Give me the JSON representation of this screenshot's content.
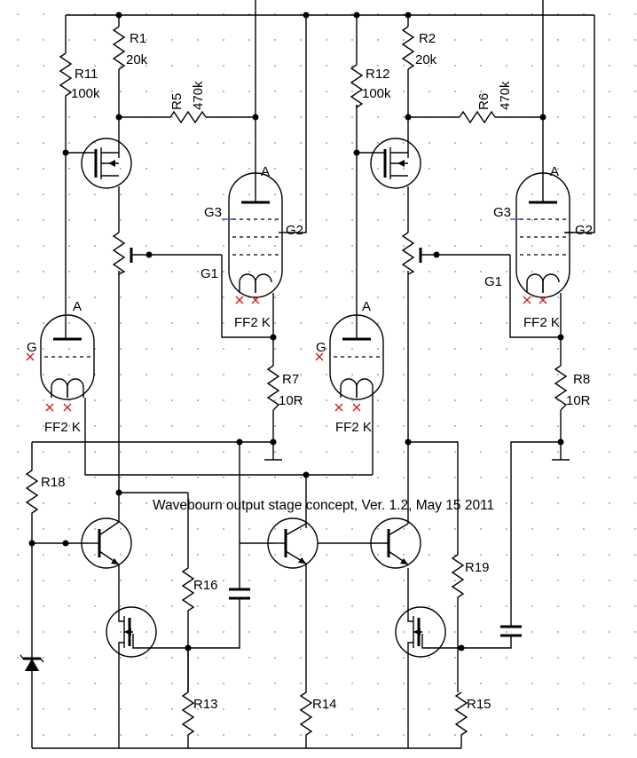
{
  "title": "Wavebourn output stage concept, Ver. 1.2,  May 15 2011",
  "resistors": {
    "r1": {
      "name": "R1",
      "value": "20k"
    },
    "r2": {
      "name": "R2",
      "value": "20k"
    },
    "r5": {
      "name": "R5",
      "value": "470k"
    },
    "r6": {
      "name": "R6",
      "value": "470k"
    },
    "r11": {
      "name": "R11",
      "value": "100k"
    },
    "r12": {
      "name": "R12",
      "value": "100k"
    },
    "r7": {
      "name": "R7",
      "value": "10R"
    },
    "r8": {
      "name": "R8",
      "value": "10R"
    },
    "r13": {
      "name": "R13"
    },
    "r14": {
      "name": "R14"
    },
    "r15": {
      "name": "R15"
    },
    "r16": {
      "name": "R16"
    },
    "r18": {
      "name": "R18"
    },
    "r19": {
      "name": "R19"
    }
  },
  "pentode_left": {
    "anode": "A",
    "g1": "G1",
    "g2": "G2",
    "g3": "G3",
    "filament": "FF2 K"
  },
  "pentode_right": {
    "anode": "A",
    "g1": "G1",
    "g2": "G2",
    "g3": "G3",
    "filament": "FF2 K"
  },
  "triode_left": {
    "anode": "A",
    "grid": "G",
    "filament": "FF2 K"
  },
  "triode_mid": {
    "anode": "A",
    "grid": "G",
    "filament": "FF2 K"
  }
}
